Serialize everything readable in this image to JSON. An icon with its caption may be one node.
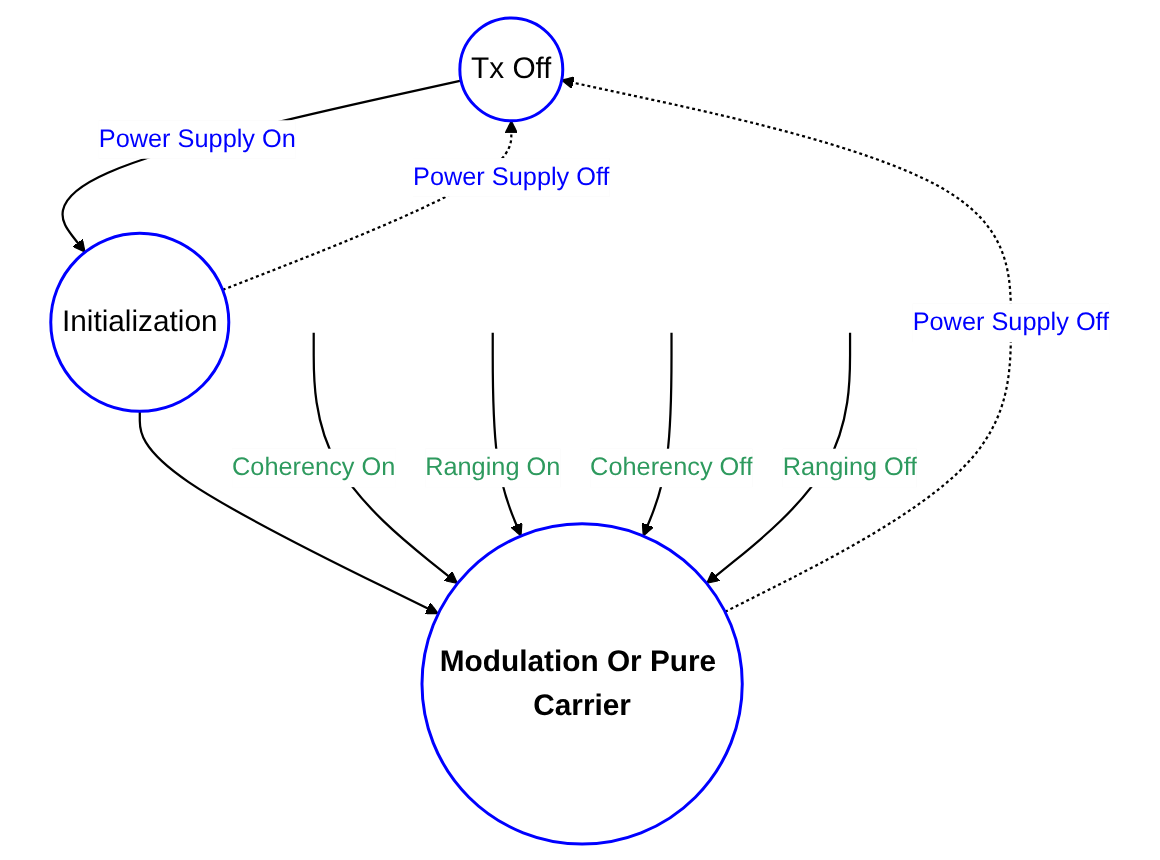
{
  "diagram": {
    "nodes": [
      {
        "text": [
          "Tx Off"
        ]
      },
      {
        "text": [
          "Initialization"
        ]
      },
      {
        "text": [
          "Modulation Or Pure Carrier"
        ]
      }
    ],
    "edges": [
      {
        "from": 0,
        "to": 1,
        "arrow": "to",
        "label": "Power Supply On"
      },
      {
        "from": 1,
        "to": 0,
        "arrow": "to",
        "label": "Power Supply Off",
        "style": "dashed"
      },
      {
        "from": 1,
        "to": 2,
        "arrow": "to"
      },
      {
        "from": 2,
        "to": 0,
        "arrow": "to",
        "label": "Power Supply Off",
        "style": "dashed"
      },
      {
        "from": null,
        "to": 2,
        "arrow": "to",
        "label": "Coherency On"
      },
      {
        "from": null,
        "to": 2,
        "arrow": "to",
        "label": "Ranging On"
      },
      {
        "from": null,
        "to": 2,
        "arrow": "to",
        "label": "Coherency Off"
      },
      {
        "from": null,
        "to": 2,
        "arrow": "to",
        "label": "Ranging Off"
      }
    ]
  }
}
